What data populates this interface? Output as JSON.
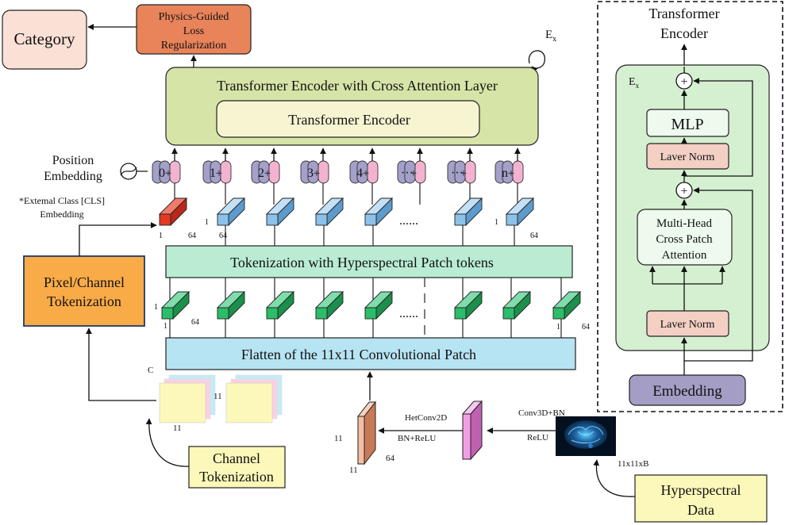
{
  "labels": {
    "category": "Category",
    "physics_loss": [
      "Physics-Guided",
      "Loss",
      "Regularization"
    ],
    "ex_main": "E",
    "ex_sub": "x",
    "encoder_cross": "Transformer Encoder with Cross Attention Layer",
    "encoder_inner": "Transformer Encoder",
    "position_embedding": [
      "Position",
      "Embedding"
    ],
    "cls_embedding": [
      "*Extemal Class [CLS]",
      "Embedding"
    ],
    "pixel_channel": [
      "Pixel/Channel",
      "Tokenization"
    ],
    "tokenization_patch": "Tokenization with Hyperspectral Patch tokens",
    "flatten_patch": "Flatten of the 11x11 Convolutional Patch",
    "channel_tokenization": [
      "Channel",
      "Tokenization"
    ],
    "hetconv": "HetConv2D",
    "bn_relu": "BN+ReLU",
    "conv3d": "Conv3D+BN",
    "relu": "ReLU",
    "hyperspectral_data": [
      "Hyperspectral",
      "Data"
    ],
    "size_11x11xB": "11x11xB",
    "dots": "......"
  },
  "position_tokens": [
    "0",
    "1",
    "2",
    "3",
    "4",
    "···",
    "···",
    "n"
  ],
  "dims": {
    "one": "1",
    "sixty_four": "64",
    "eleven": "11",
    "c": "C"
  },
  "right_panel": {
    "title": [
      "Transformer",
      "Encoder"
    ],
    "ex_main": "E",
    "ex_sub": "x",
    "mlp": "MLP",
    "layer_norm_top": "Laver Norm",
    "attention": [
      "Multi-Head",
      "Cross Patch",
      "Attention"
    ],
    "layer_norm_bottom": "Laver Norm",
    "embedding": "Embedding",
    "plus": "+"
  },
  "colors": {
    "category_fill": "#fbe0d6",
    "physics_fill": "#e8835a",
    "encoder_fill": "#d6e4a8",
    "encoder_inner_fill": "#f7f4d2",
    "token_band_fill": "#b9ecd2",
    "flatten_fill": "#b7e4f3",
    "pixel_fill": "#f9ab47",
    "yellow_label_fill": "#fbf8b9",
    "blue_cube": "#8cc2ea",
    "green_cube": "#2bbd69",
    "red_cube": "#e23a22",
    "purple_token": "#a3a0c9",
    "pink_token": "#f3b3d0",
    "panel_green": "#d5f0d1",
    "mlp_fill": "#eefaee",
    "norm_fill": "#f3cfc4",
    "embed_fill": "#a49ec6"
  }
}
